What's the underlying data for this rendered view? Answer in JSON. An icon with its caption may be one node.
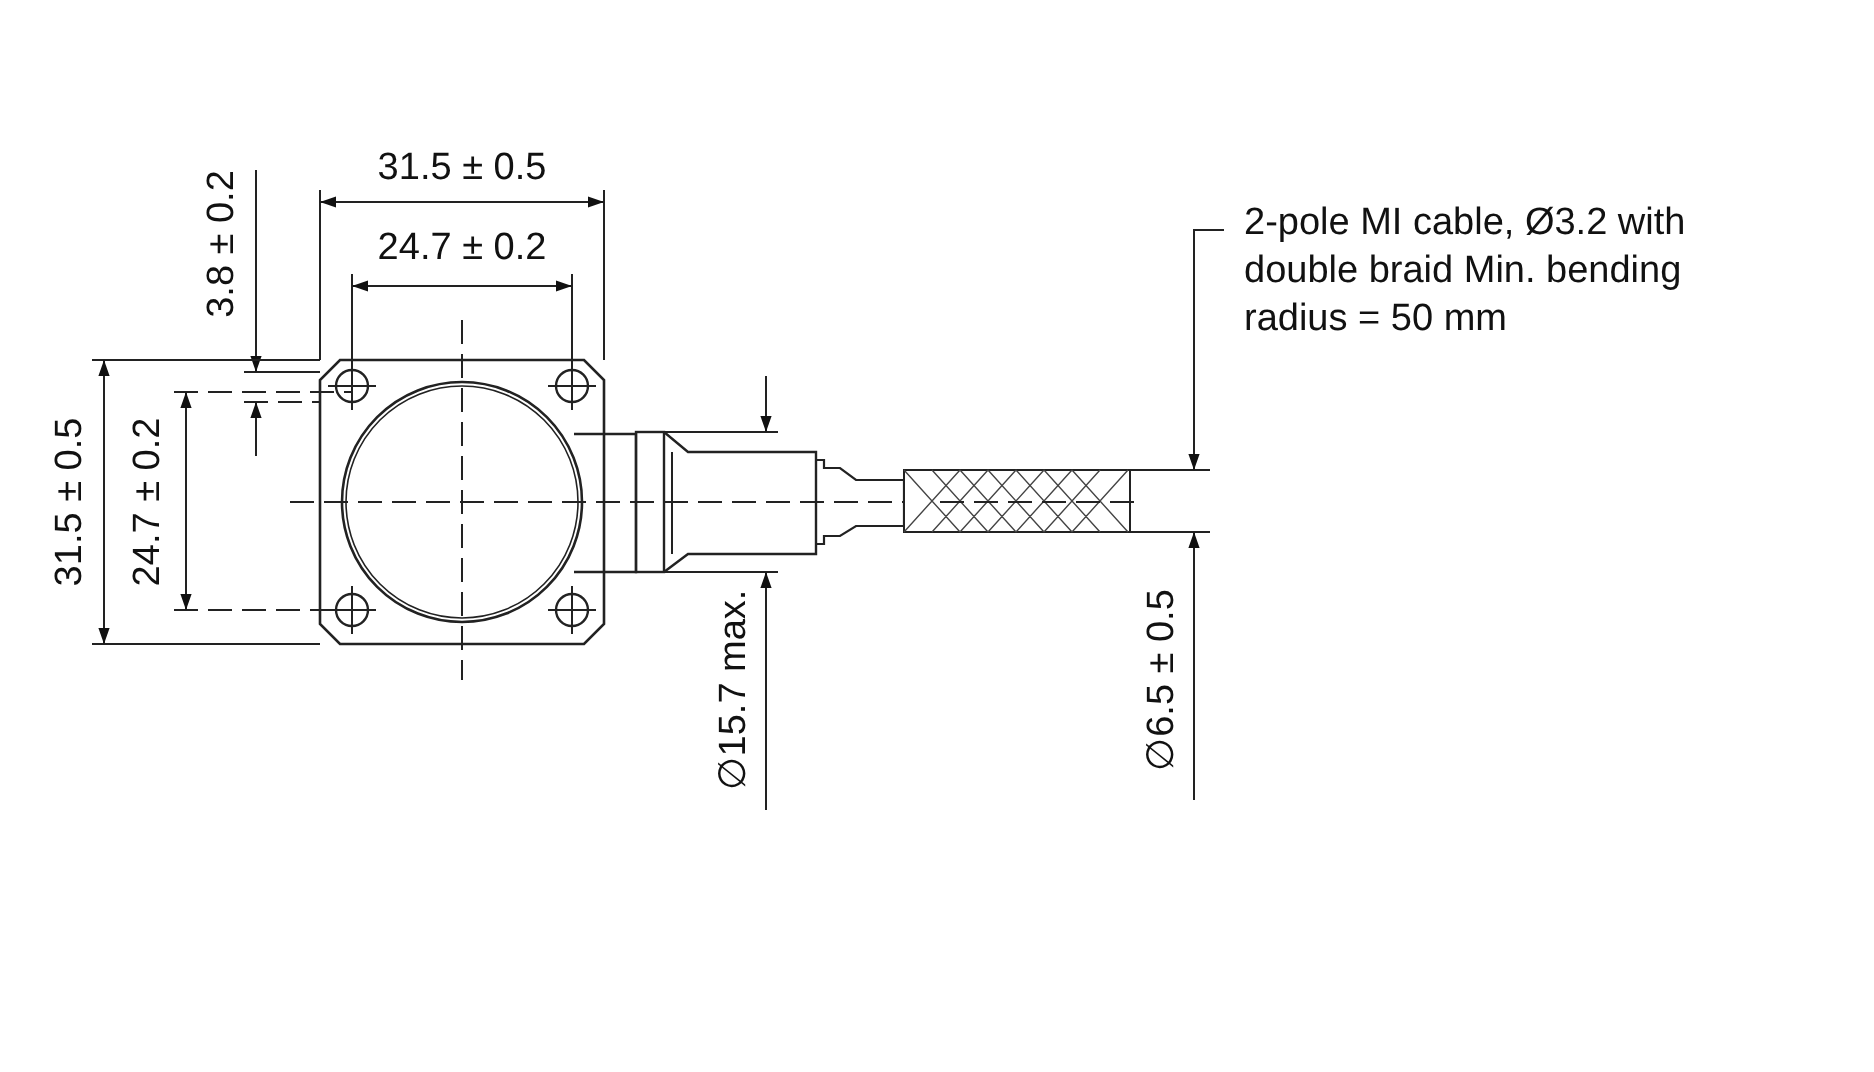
{
  "diagram": {
    "nodes": [
      {
        "text": [
          "2-pole MI cable, Ø3.2 with double braid Min. bending radius = 50 mm"
        ]
      },
      {
        "text": [],
        "shape": "picture"
      }
    ],
    "edges": [
      {
        "from": 0,
        "to": 1,
        "arrow": "to"
      }
    ],
    "labels": [
      "31.5 ± 0.5",
      "24.7 ± 0.2",
      "3.8 ± 0.2",
      "31.5 ± 0.5",
      "24.7 ± 0.2",
      "∅15.7 max.",
      "∅6.5 ± 0.5"
    ]
  }
}
